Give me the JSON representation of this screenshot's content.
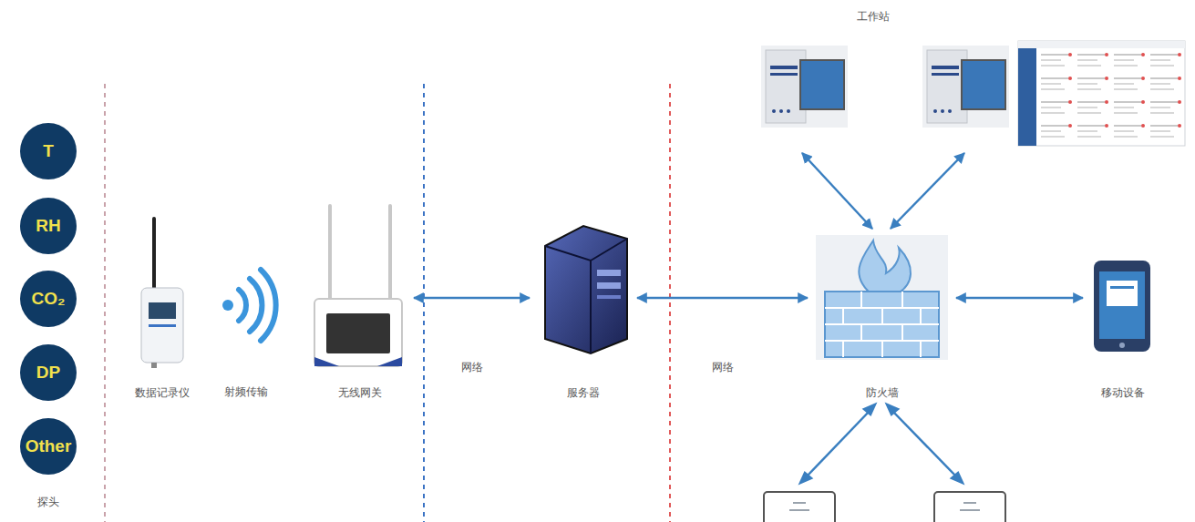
{
  "diagram": {
    "nodes": [
      {
        "text": [
          "T"
        ]
      },
      {
        "text": [
          "RH"
        ]
      },
      {
        "text": [
          "CO₂"
        ]
      },
      {
        "text": [
          "DP"
        ]
      },
      {
        "text": [
          "Other"
        ]
      },
      {
        "text": [
          "数据记录仪"
        ]
      },
      {
        "text": [
          "无线网关"
        ]
      },
      {
        "text": [
          "服务器"
        ]
      },
      {
        "text": [
          "工作站"
        ]
      },
      {
        "text": [
          "防火墙"
        ]
      },
      {
        "text": [
          "移动设备"
        ]
      }
    ],
    "edges": [
      {
        "from": 6,
        "to": 7,
        "label": "网络",
        "arrow": "both"
      },
      {
        "from": 7,
        "to": 9,
        "label": "网络",
        "arrow": "both"
      },
      {
        "from": 8,
        "to": 9,
        "arrow": "both"
      },
      {
        "from": 8,
        "to": 9,
        "arrow": "both"
      },
      {
        "from": 9,
        "to": 10,
        "arrow": "both"
      }
    ],
    "labels": [
      "探头",
      "射频传输"
    ]
  }
}
